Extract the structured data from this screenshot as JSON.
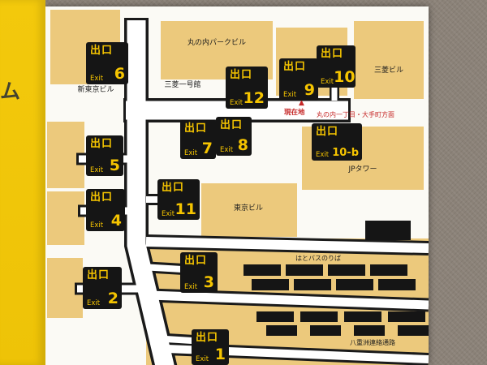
{
  "side_text": "ム",
  "sign": {
    "jp": "出口",
    "en": "Exit"
  },
  "exits": [
    {
      "num": "6"
    },
    {
      "num": "12"
    },
    {
      "num": "9"
    },
    {
      "num": "10"
    },
    {
      "num": "5"
    },
    {
      "num": "7"
    },
    {
      "num": "8"
    },
    {
      "num": "10-b"
    },
    {
      "num": "4"
    },
    {
      "num": "11"
    },
    {
      "num": "2"
    },
    {
      "num": "3"
    },
    {
      "num": "1"
    }
  ],
  "buildings": {
    "marunouchi_park": "丸の内パークビル",
    "shin_tokyo": "新東京ビル",
    "mitsubishi_ichigokan": "三菱一号館",
    "mitsubishi": "三菱ビル",
    "jp_tower": "JPタワー",
    "tokyo_bldg": "東京ビル",
    "hato_bus": "はとバスのりば",
    "yaesu": "八重洲連絡通路"
  },
  "markers": {
    "arrow": "▲",
    "current_location": "現在地",
    "direction": "丸の内一丁目・大手町方面"
  },
  "colors": {
    "exit_sign_bg": "#151515",
    "exit_sign_text": "#f5c400",
    "building_tan": "#ecc97c",
    "marker_red": "#c62828",
    "panel_white": "#fbfaf5",
    "side_strip_yellow": "#f0c509",
    "wall_gray": "#8b8278"
  }
}
